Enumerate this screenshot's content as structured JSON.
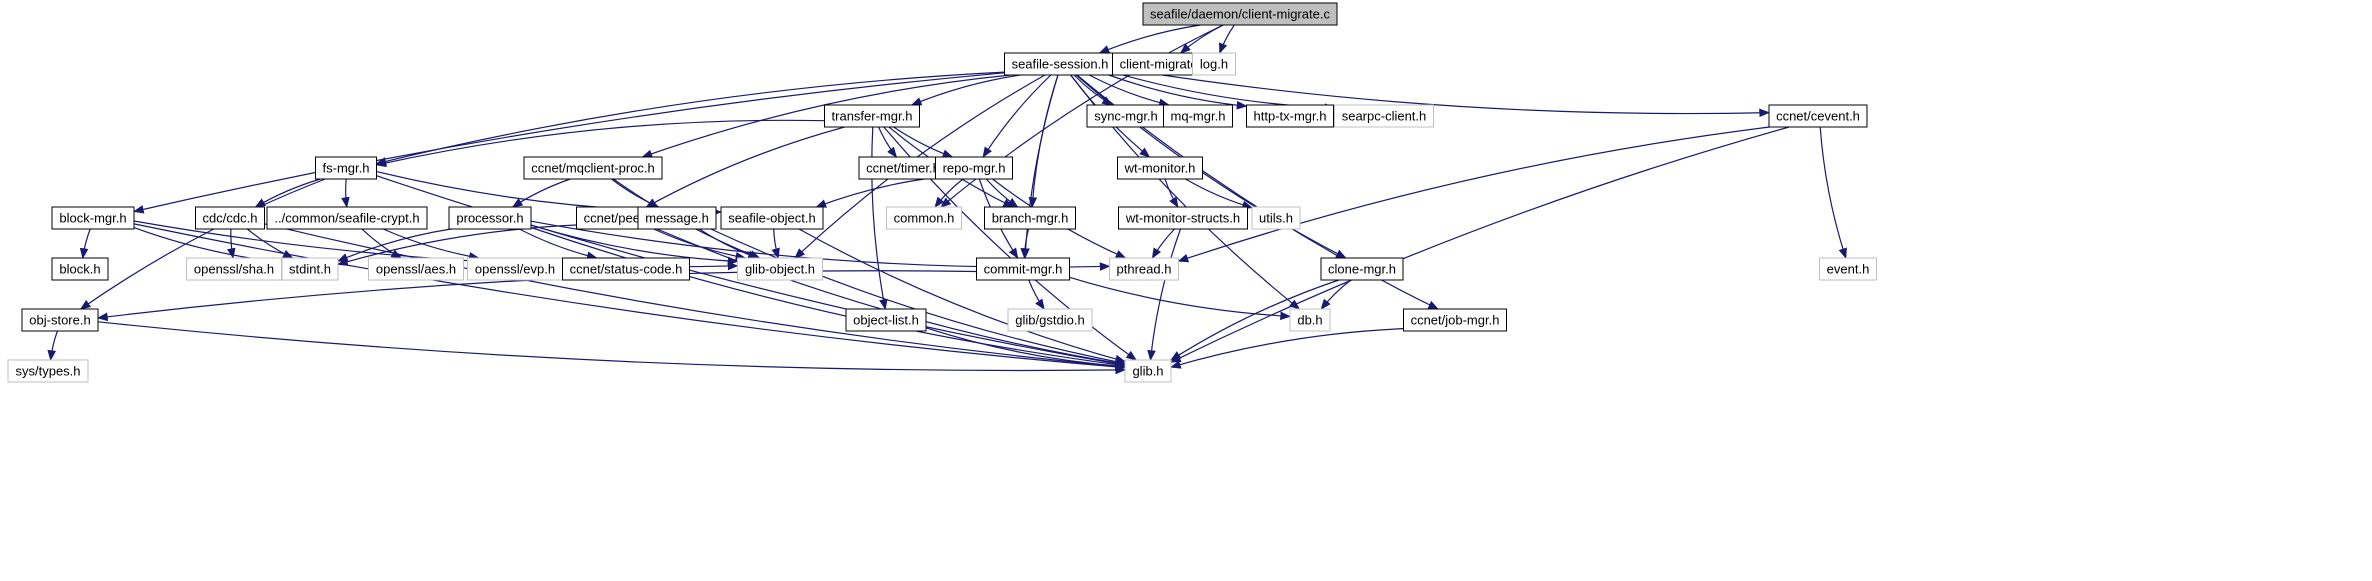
{
  "colors": {
    "edge": "#191970",
    "node_border": "#000000",
    "ext_border": "#bfbfbf",
    "root_fill": "#bfbfbf",
    "text": "#000000"
  },
  "nodes": [
    {
      "id": "root",
      "label": "seafile/daemon/client-migrate.c",
      "kind": "root"
    },
    {
      "id": "sess",
      "label": "seafile-session.h",
      "kind": "local"
    },
    {
      "id": "cmig",
      "label": "client-migrate.h",
      "kind": "local"
    },
    {
      "id": "logh",
      "label": "log.h",
      "kind": "ext"
    },
    {
      "id": "xfer",
      "label": "transfer-mgr.h",
      "kind": "local"
    },
    {
      "id": "sync",
      "label": "sync-mgr.h",
      "kind": "local"
    },
    {
      "id": "mq",
      "label": "mq-mgr.h",
      "kind": "local"
    },
    {
      "id": "http",
      "label": "http-tx-mgr.h",
      "kind": "local"
    },
    {
      "id": "searpc",
      "label": "searpc-client.h",
      "kind": "ext"
    },
    {
      "id": "fs",
      "label": "fs-mgr.h",
      "kind": "local"
    },
    {
      "id": "mqproc",
      "label": "ccnet/mqclient-proc.h",
      "kind": "local"
    },
    {
      "id": "timer",
      "label": "ccnet/timer.h",
      "kind": "local"
    },
    {
      "id": "repo",
      "label": "repo-mgr.h",
      "kind": "local"
    },
    {
      "id": "wtmon",
      "label": "wt-monitor.h",
      "kind": "local"
    },
    {
      "id": "cevent",
      "label": "ccnet/cevent.h",
      "kind": "local"
    },
    {
      "id": "block",
      "label": "block-mgr.h",
      "kind": "local"
    },
    {
      "id": "cdc",
      "label": "cdc/cdc.h",
      "kind": "local"
    },
    {
      "id": "crypt",
      "label": "../common/seafile-crypt.h",
      "kind": "local"
    },
    {
      "id": "proc",
      "label": "processor.h",
      "kind": "local"
    },
    {
      "id": "peer",
      "label": "ccnet/peer.h",
      "kind": "local"
    },
    {
      "id": "msg",
      "label": "message.h",
      "kind": "local"
    },
    {
      "id": "sobj",
      "label": "seafile-object.h",
      "kind": "local"
    },
    {
      "id": "common",
      "label": "common.h",
      "kind": "ext"
    },
    {
      "id": "branch",
      "label": "branch-mgr.h",
      "kind": "local"
    },
    {
      "id": "wtms",
      "label": "wt-monitor-structs.h",
      "kind": "local"
    },
    {
      "id": "utils",
      "label": "utils.h",
      "kind": "ext"
    },
    {
      "id": "blockh",
      "label": "block.h",
      "kind": "local"
    },
    {
      "id": "sha",
      "label": "openssl/sha.h",
      "kind": "ext"
    },
    {
      "id": "stdint",
      "label": "stdint.h",
      "kind": "ext"
    },
    {
      "id": "aes",
      "label": "openssl/aes.h",
      "kind": "ext"
    },
    {
      "id": "evp",
      "label": "openssl/evp.h",
      "kind": "ext"
    },
    {
      "id": "status",
      "label": "ccnet/status-code.h",
      "kind": "local"
    },
    {
      "id": "gobj",
      "label": "glib-object.h",
      "kind": "ext"
    },
    {
      "id": "commit",
      "label": "commit-mgr.h",
      "kind": "local"
    },
    {
      "id": "pthread",
      "label": "pthread.h",
      "kind": "ext"
    },
    {
      "id": "clone",
      "label": "clone-mgr.h",
      "kind": "local"
    },
    {
      "id": "eventh",
      "label": "event.h",
      "kind": "ext"
    },
    {
      "id": "objstore",
      "label": "obj-store.h",
      "kind": "local"
    },
    {
      "id": "objlist",
      "label": "object-list.h",
      "kind": "local"
    },
    {
      "id": "gstdio",
      "label": "glib/gstdio.h",
      "kind": "ext"
    },
    {
      "id": "db",
      "label": "db.h",
      "kind": "ext"
    },
    {
      "id": "job",
      "label": "ccnet/job-mgr.h",
      "kind": "local"
    },
    {
      "id": "systypes",
      "label": "sys/types.h",
      "kind": "ext"
    },
    {
      "id": "glib",
      "label": "glib.h",
      "kind": "ext"
    }
  ],
  "edges": [
    [
      "root",
      "sess"
    ],
    [
      "root",
      "cmig"
    ],
    [
      "root",
      "logh"
    ],
    [
      "root",
      "common"
    ],
    [
      "sess",
      "xfer"
    ],
    [
      "sess",
      "sync"
    ],
    [
      "sess",
      "mq"
    ],
    [
      "sess",
      "http"
    ],
    [
      "sess",
      "searpc"
    ],
    [
      "sess",
      "fs"
    ],
    [
      "sess",
      "mqproc"
    ],
    [
      "sess",
      "repo"
    ],
    [
      "sess",
      "wtmon"
    ],
    [
      "sess",
      "cevent"
    ],
    [
      "sess",
      "block"
    ],
    [
      "sess",
      "branch"
    ],
    [
      "sess",
      "commit"
    ],
    [
      "sess",
      "clone"
    ],
    [
      "sess",
      "db"
    ],
    [
      "sess",
      "job"
    ],
    [
      "sess",
      "gobj"
    ],
    [
      "xfer",
      "fs"
    ],
    [
      "xfer",
      "timer"
    ],
    [
      "xfer",
      "repo"
    ],
    [
      "xfer",
      "peer"
    ],
    [
      "xfer",
      "branch"
    ],
    [
      "xfer",
      "objlist"
    ],
    [
      "xfer",
      "glib"
    ],
    [
      "fs",
      "cdc"
    ],
    [
      "fs",
      "crypt"
    ],
    [
      "fs",
      "sobj"
    ],
    [
      "fs",
      "objstore"
    ],
    [
      "fs",
      "glib"
    ],
    [
      "mqproc",
      "proc"
    ],
    [
      "mqproc",
      "msg"
    ],
    [
      "mqproc",
      "gobj"
    ],
    [
      "repo",
      "sobj"
    ],
    [
      "repo",
      "common"
    ],
    [
      "repo",
      "branch"
    ],
    [
      "repo",
      "commit"
    ],
    [
      "repo",
      "pthread"
    ],
    [
      "wtmon",
      "wtms"
    ],
    [
      "wtmon",
      "utils"
    ],
    [
      "wtms",
      "pthread"
    ],
    [
      "wtms",
      "glib"
    ],
    [
      "cevent",
      "pthread"
    ],
    [
      "cevent",
      "eventh"
    ],
    [
      "cevent",
      "glib"
    ],
    [
      "block",
      "blockh"
    ],
    [
      "block",
      "stdint"
    ],
    [
      "block",
      "gobj"
    ],
    [
      "block",
      "glib"
    ],
    [
      "cdc",
      "sha"
    ],
    [
      "cdc",
      "stdint"
    ],
    [
      "cdc",
      "glib"
    ],
    [
      "crypt",
      "aes"
    ],
    [
      "crypt",
      "evp"
    ],
    [
      "proc",
      "stdint"
    ],
    [
      "proc",
      "status"
    ],
    [
      "proc",
      "gobj"
    ],
    [
      "proc",
      "pthread"
    ],
    [
      "proc",
      "glib"
    ],
    [
      "peer",
      "stdint"
    ],
    [
      "peer",
      "gobj"
    ],
    [
      "peer",
      "glib"
    ],
    [
      "msg",
      "gobj"
    ],
    [
      "msg",
      "glib"
    ],
    [
      "sobj",
      "gobj"
    ],
    [
      "sobj",
      "glib"
    ],
    [
      "branch",
      "commit"
    ],
    [
      "commit",
      "objstore"
    ],
    [
      "commit",
      "gstdio"
    ],
    [
      "commit",
      "db"
    ],
    [
      "clone",
      "db"
    ],
    [
      "clone",
      "glib"
    ],
    [
      "job",
      "glib"
    ],
    [
      "objstore",
      "systypes"
    ],
    [
      "objstore",
      "glib"
    ],
    [
      "objlist",
      "glib"
    ]
  ]
}
